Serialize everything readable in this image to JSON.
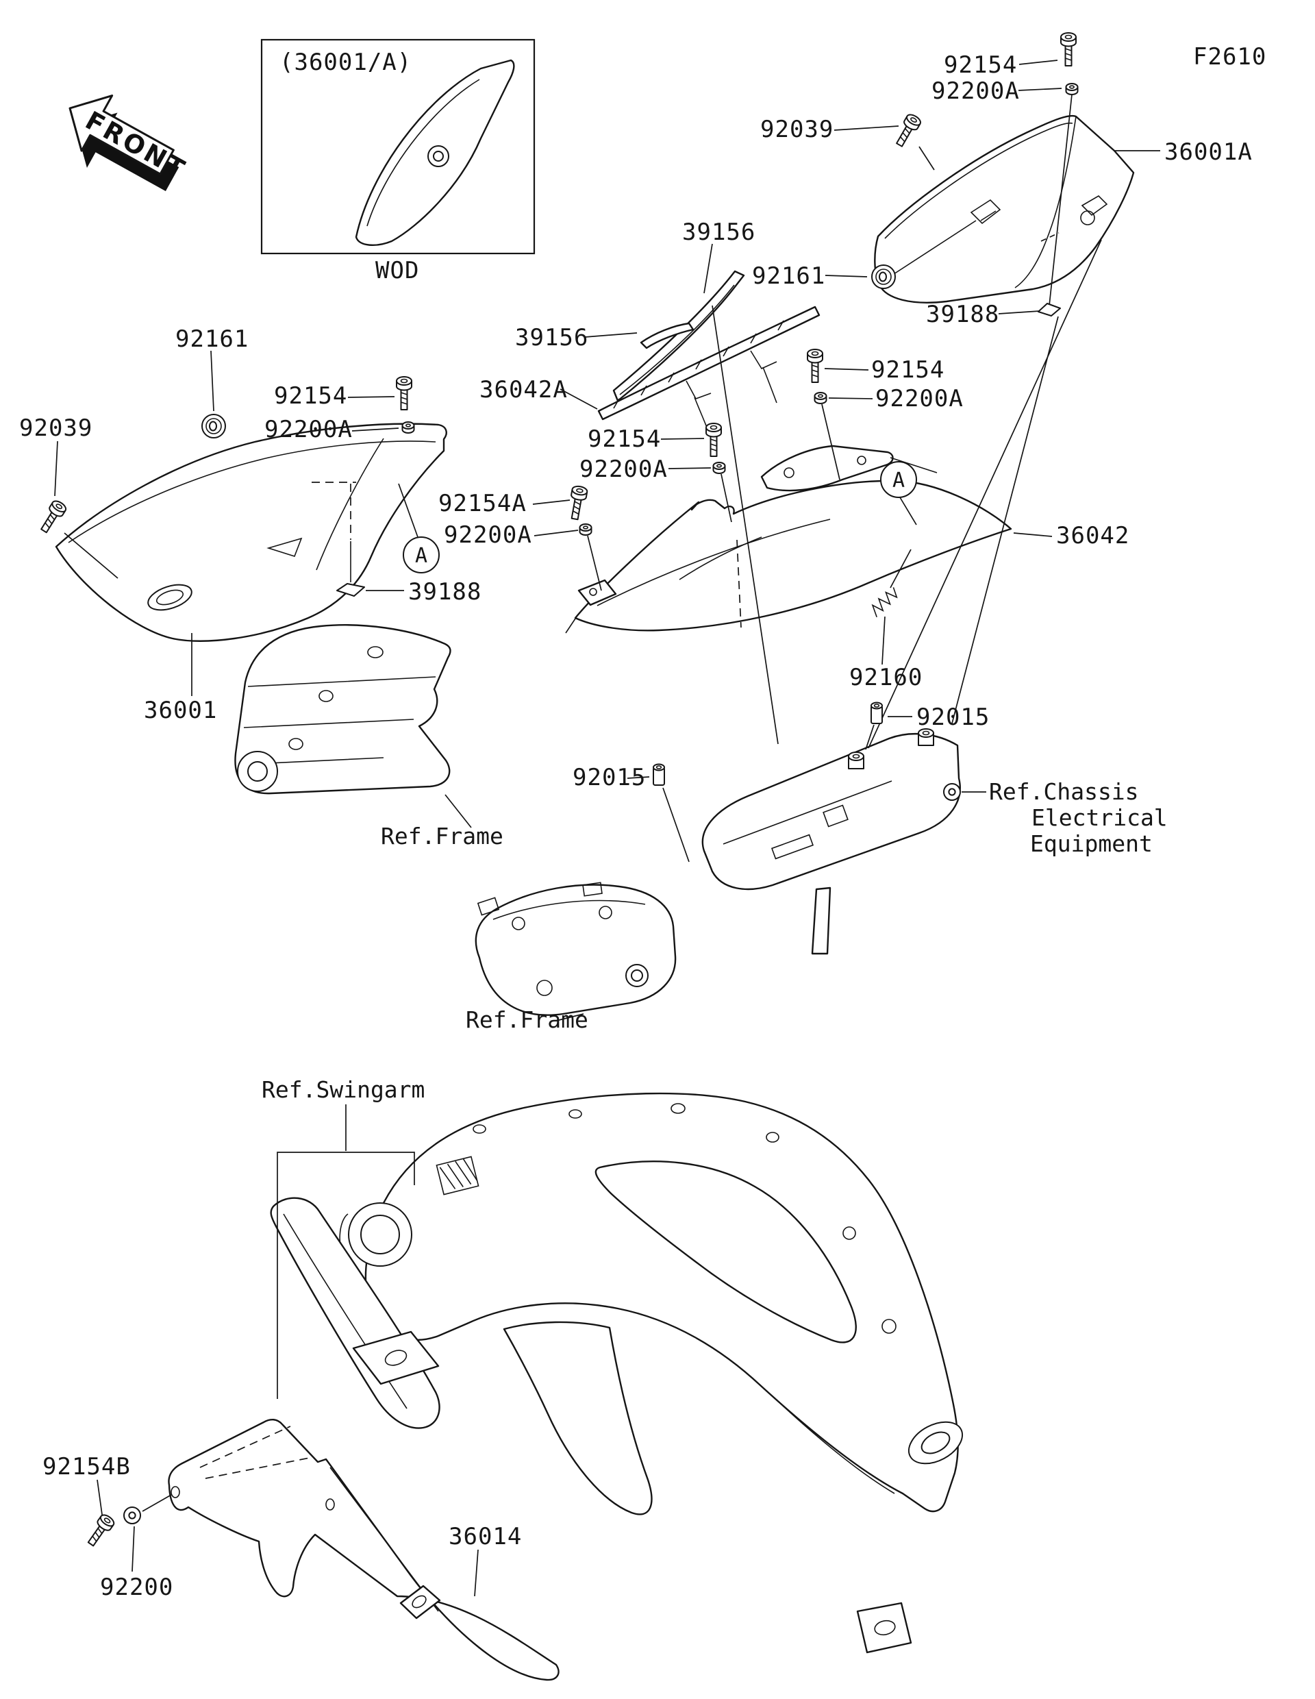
{
  "page_code": "F2610",
  "front_marker": "FRONT",
  "inset": {
    "title": "(36001/A)",
    "caption": "WOD"
  },
  "labels": {
    "screw_tr": "92154",
    "nut_tr": "92200A",
    "bolt_tr": "92039",
    "cover_right": "36001A",
    "trim_top": "39156",
    "grommet_mid": "92161",
    "damper_right": "39188",
    "trim_left": "39156",
    "rail_brace": "36042A",
    "screw_mid_r": "92154",
    "nut_mid_r": "92200A",
    "screw_mid_l": "92154",
    "nut_mid_l": "92200A",
    "screw_a": "92154A",
    "nut_a": "92200A",
    "cover_center": "36042",
    "grommet_left": "92161",
    "screw_left": "92154",
    "nut_left": "92200A",
    "bolt_left": "92039",
    "damper_left": "39188",
    "cover_left": "36001",
    "spring": "92160",
    "collar_right": "92015",
    "collar_left": "92015",
    "ref_chassis_line1": "Ref.Chassis",
    "ref_chassis_line2": "Electrical",
    "ref_chassis_line3": "Equipment",
    "ref_frame_upper": "Ref.Frame",
    "ref_frame_lower": "Ref.Frame",
    "ref_swingarm": "Ref.Swingarm",
    "screw_bottom": "92154B",
    "washer_bottom": "92200",
    "chain_cover": "36014",
    "detail_marker_left": "A",
    "detail_marker_right": "A"
  }
}
